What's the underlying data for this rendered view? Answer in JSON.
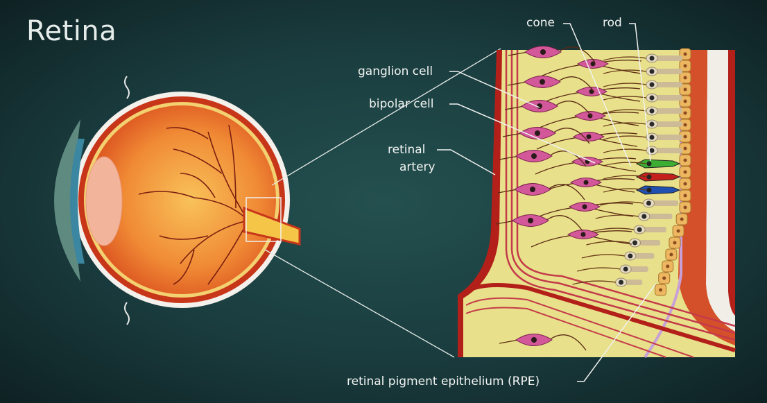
{
  "title": "Retina",
  "labels": {
    "cone": "cone",
    "rod": "rod",
    "ganglion_cell": "ganglion cell",
    "bipolar_cell": "bipolar cell",
    "retinal_artery_line1": "retinal",
    "retinal_artery_line2": "artery",
    "rpe": "retinal pigment epithelium (RPE)"
  },
  "colors": {
    "background": "#1a3c3e",
    "retina_fill": "#e8e08a",
    "ganglion": "#d2589a",
    "rod": "#cdbb98",
    "cone_green": "#3cae34",
    "cone_red": "#c4201c",
    "cone_blue": "#2050b0",
    "rpe": "#edb660",
    "choroid": "#d4502a"
  }
}
